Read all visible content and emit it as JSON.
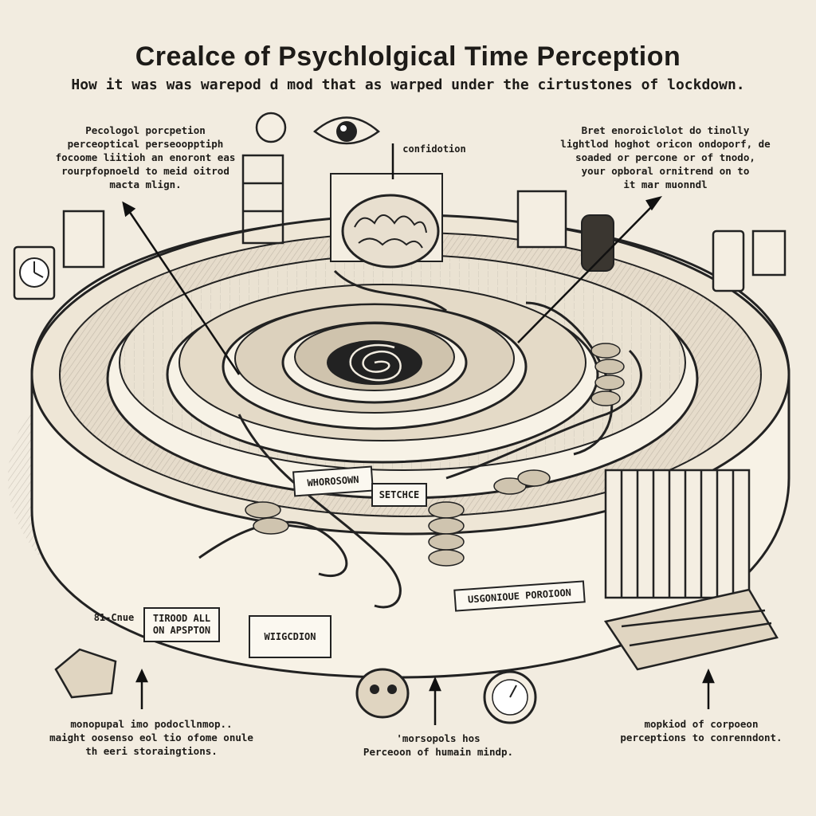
{
  "title": "Crealce of Psychlolgical Time Perception",
  "subtitle": "How it was was warepod d mod that as warped under the cirtustones of lockdown.",
  "annotations": {
    "top_left": "Pecologol porcpetion\nperceoptical perseoopptiph\nfocoome liitioh an enoront eas\nrourpfopnoeld to meid oitrod\nmacta mlign.",
    "top_center": "confidotion",
    "top_right": "Bret enoroiclolot do tinolly\nlightlod hoghot oricon ondoporf, de\nsoaded or percone or of tnodo,\nyour opboral ornitrend on to\nit mar muonndl",
    "bottom_left": "monopupal imo podocllnmop..\nmaight oosenso eol tio ofome onule\nth eeri storaingtions.",
    "bottom_center": "'morsopols hos\nPerceoon of humain mindp.",
    "bottom_right": "mopkiod of corpoeon\nperceptions to conrenndont."
  },
  "labels": {
    "inner_ring_1": "WHOROSOWN",
    "inner_ring_2": "SETCHCE",
    "outer_1": "81-Cnue",
    "outer_2": "TIROOD ALL\nON APSPTON",
    "outer_3": "WIIGCDION",
    "outer_4": "USGONIOUE POROIOON"
  }
}
